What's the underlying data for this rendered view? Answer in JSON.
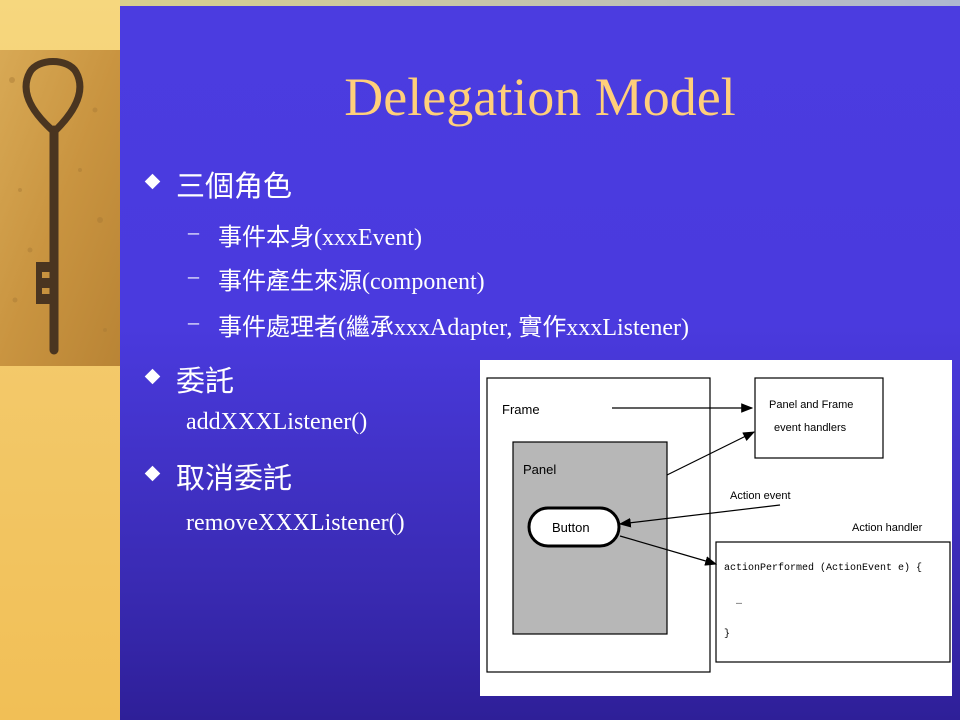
{
  "title": "Delegation Model",
  "bullets": [
    {
      "text": "三個角色"
    },
    {
      "text": "委託"
    },
    {
      "text": "取消委託"
    }
  ],
  "sub_items": [
    {
      "zh": "事件本身",
      "en": "(xxxEvent)"
    },
    {
      "zh": "事件產生來源",
      "en": "(component)"
    },
    {
      "zh": "事件處理者",
      "en_open": "(",
      "zh2": "繼承",
      "en_mid": "xxxAdapter, ",
      "zh3": "實作",
      "en_end": "xxxListener)"
    }
  ],
  "delegate_method": "addXXXListener()",
  "undelegate_method": "removeXXXListener()",
  "diagram": {
    "frame_label": "Frame",
    "panel_label": "Panel",
    "button_label": "Button",
    "handlers_line1": "Panel and Frame",
    "handlers_line2": "event handlers",
    "action_event": "Action event",
    "action_handler": "Action handler",
    "code_line1": "actionPerformed (ActionEvent e) {",
    "code_line2": "…",
    "code_line3": "}"
  },
  "colors": {
    "background": "#4a3ade",
    "left_bar": "#f3c96a",
    "title": "#ffcf7a",
    "text": "#ffffff"
  }
}
